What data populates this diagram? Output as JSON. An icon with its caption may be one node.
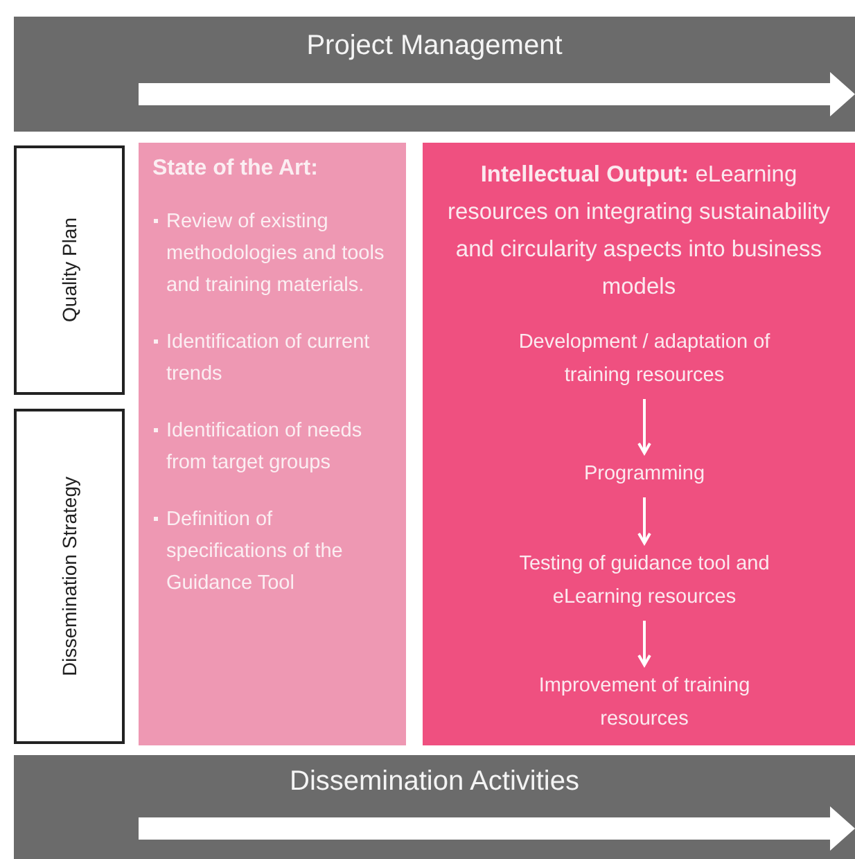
{
  "diagram": {
    "nodes": [
      {
        "text": [
          "Project Management"
        ]
      },
      {
        "text": [
          "Quality Plan"
        ]
      },
      {
        "text": [
          "Dissemination Strategy"
        ]
      },
      {
        "text": [
          "State of the Art:",
          "Review of existing methodologies and tools and training materials.",
          "Identification of current trends",
          "Identification of needs from target groups",
          "Definition of specifications of the Guidance Tool"
        ]
      },
      {
        "text": [
          "**Intellectual Output:** eLearning resources on integrating sustainability and circularity aspects into business models"
        ]
      },
      {
        "text": [
          "Development / adaptation of training resources"
        ],
        "in": 4
      },
      {
        "text": [
          "Programming"
        ],
        "in": 4
      },
      {
        "text": [
          "Testing of guidance tool and eLearning resources"
        ],
        "in": 4
      },
      {
        "text": [
          "Improvement of training resources"
        ],
        "in": 4
      },
      {
        "text": [
          "Dissemination Activities"
        ]
      }
    ],
    "edges": [
      {
        "from": 5,
        "to": 6,
        "arrow": "to"
      },
      {
        "from": 6,
        "to": 7,
        "arrow": "to"
      },
      {
        "from": 7,
        "to": 8,
        "arrow": "to"
      }
    ]
  }
}
